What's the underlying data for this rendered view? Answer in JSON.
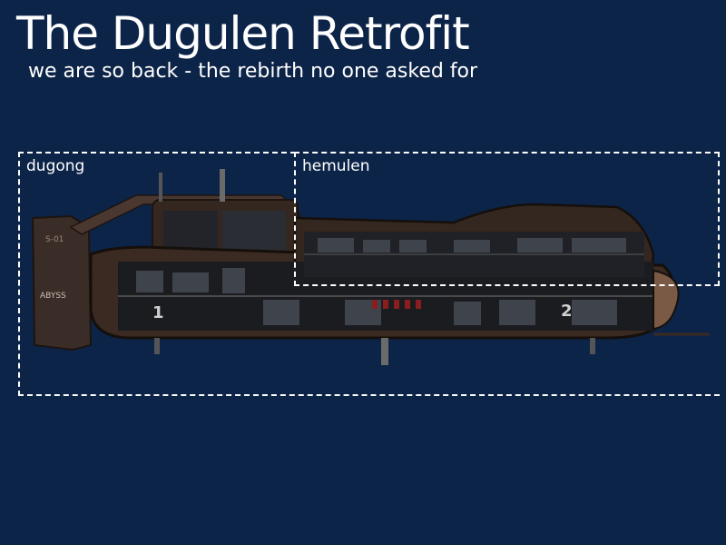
{
  "header": {
    "title": "The Dugulen Retrofit",
    "subtitle": "we are so back - the rebirth no one asked for"
  },
  "regions": {
    "dugong": "dugong",
    "hemulen": "hemulen"
  },
  "submarine": {
    "hull_markings": [
      "S-01",
      "ABYSS"
    ],
    "section_numbers": [
      "1",
      "2"
    ]
  },
  "colors": {
    "background": "#0d2449",
    "hull": "#3b2a22",
    "interior": "#1a1c20"
  }
}
